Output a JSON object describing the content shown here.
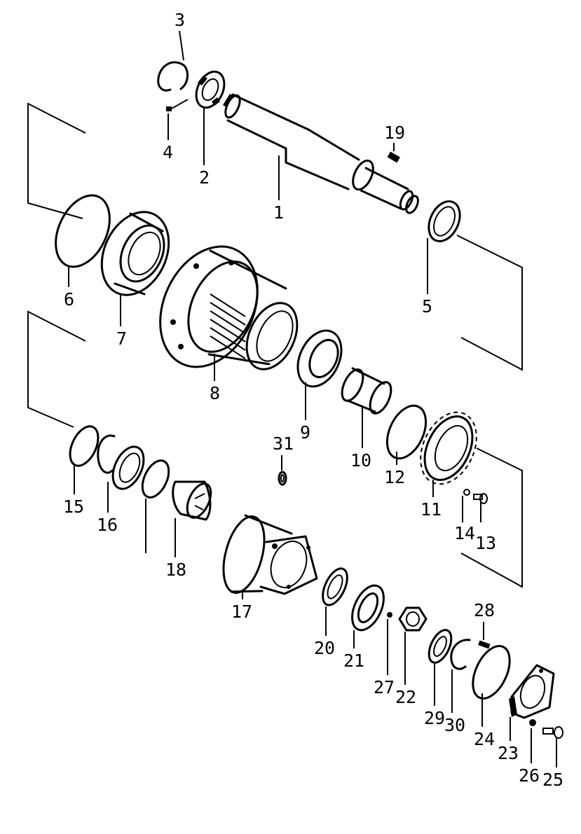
{
  "labels": {
    "p1": "1",
    "p2": "2",
    "p3": "3",
    "p4": "4",
    "p5": "5",
    "p6": "6",
    "p7": "7",
    "p8": "8",
    "p9": "9",
    "p10": "10",
    "p11": "11",
    "p12": "12",
    "p13": "13",
    "p14": "14",
    "p15": "15",
    "p16": "16",
    "p17": "17",
    "p18": "18",
    "p19": "19",
    "p20": "20",
    "p21": "21",
    "p22": "22",
    "p23": "23",
    "p24": "24",
    "p25": "25",
    "p26": "26",
    "p27": "27",
    "p28": "28",
    "p29": "29",
    "p30": "30",
    "p31": "31"
  }
}
